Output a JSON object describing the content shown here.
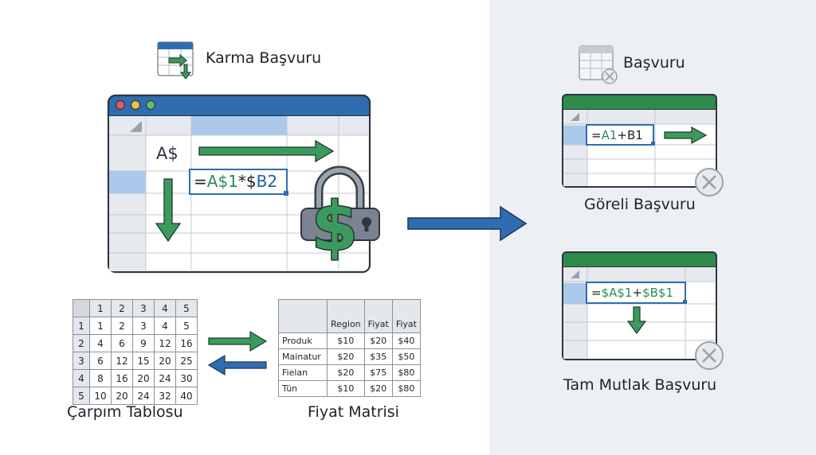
{
  "labels": {
    "mixed_title": "Karma Başvuru",
    "reference_title": "Başvuru",
    "relative_title": "Göreli Başvuru",
    "absolute_title": "Tam Mutlak Başvuru",
    "multiplication_title": "Çarpım Tablosu",
    "price_title": "Fiyat Matrisi"
  },
  "mixed_sheet": {
    "row_lock_text": "A$",
    "formula": [
      {
        "t": "=",
        "c": "k"
      },
      {
        "t": "A",
        "c": "g"
      },
      {
        "t": "$1",
        "c": "g"
      },
      {
        "t": "*",
        "c": "k"
      },
      {
        "t": "$",
        "c": "k"
      },
      {
        "t": "B2",
        "c": "b"
      }
    ]
  },
  "relative_sheet": {
    "formula": [
      {
        "t": "=",
        "c": "k"
      },
      {
        "t": "A1",
        "c": "g"
      },
      {
        "t": "+B1",
        "c": "k"
      }
    ]
  },
  "absolute_sheet": {
    "formula": [
      {
        "t": "=",
        "c": "k"
      },
      {
        "t": "$A$1",
        "c": "g"
      },
      {
        "t": "+",
        "c": "k"
      },
      {
        "t": "$B$1",
        "c": "g"
      }
    ]
  },
  "multiplication_table": {
    "headers": [
      "1",
      "2",
      "3",
      "4",
      "5"
    ],
    "rows": [
      [
        "1",
        "1",
        "2",
        "3",
        "4",
        "5"
      ],
      [
        "2",
        "4",
        "6",
        "9",
        "12",
        "16"
      ],
      [
        "3",
        "6",
        "12",
        "15",
        "20",
        "25"
      ],
      [
        "4",
        "8",
        "16",
        "20",
        "24",
        "30"
      ],
      [
        "5",
        "10",
        "20",
        "24",
        "32",
        "40"
      ]
    ]
  },
  "price_matrix": {
    "headers": [
      "Region",
      "Fiyat",
      "Fiyat"
    ],
    "rows": [
      [
        "Produk",
        "$10",
        "$20",
        "$40"
      ],
      [
        "Mainatur",
        "$20",
        "$35",
        "$50"
      ],
      [
        "Fielan",
        "$20",
        "$75",
        "$80"
      ],
      [
        "Tün",
        "$10",
        "$20",
        "$80"
      ]
    ]
  },
  "colors": {
    "accent_green": "#3d9a5f",
    "accent_blue": "#2f6db0",
    "sheet_header_green": "#2e8b4a",
    "lock_gray": "#7b8390"
  },
  "icons": [
    "spreadsheet-arrow-icon",
    "spreadsheet-x-icon",
    "padlock-dollar-icon",
    "close-circle-icon",
    "window-dots-icon"
  ]
}
